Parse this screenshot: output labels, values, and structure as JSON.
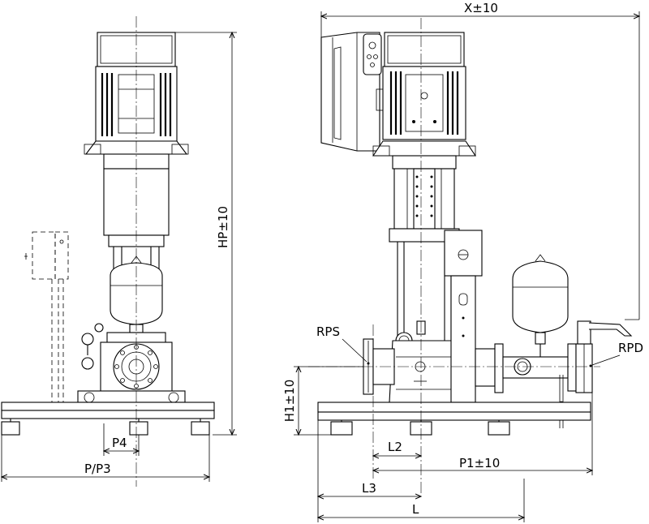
{
  "drawing": {
    "labels": {
      "x": "X±10",
      "hp": "HP±10",
      "h1": "H1±10",
      "p4": "P4",
      "p_p3": "P/P3",
      "l2": "L2",
      "p1": "P1±10",
      "l3": "L3",
      "l": "L",
      "rps": "RPS",
      "rpd": "RPD"
    },
    "icons": {
      "control_box": "control-box-icon",
      "pressure_switch": "pressure-switch-icon",
      "gauge": "pressure-gauge-icon",
      "vessel": "expansion-vessel-icon"
    }
  }
}
